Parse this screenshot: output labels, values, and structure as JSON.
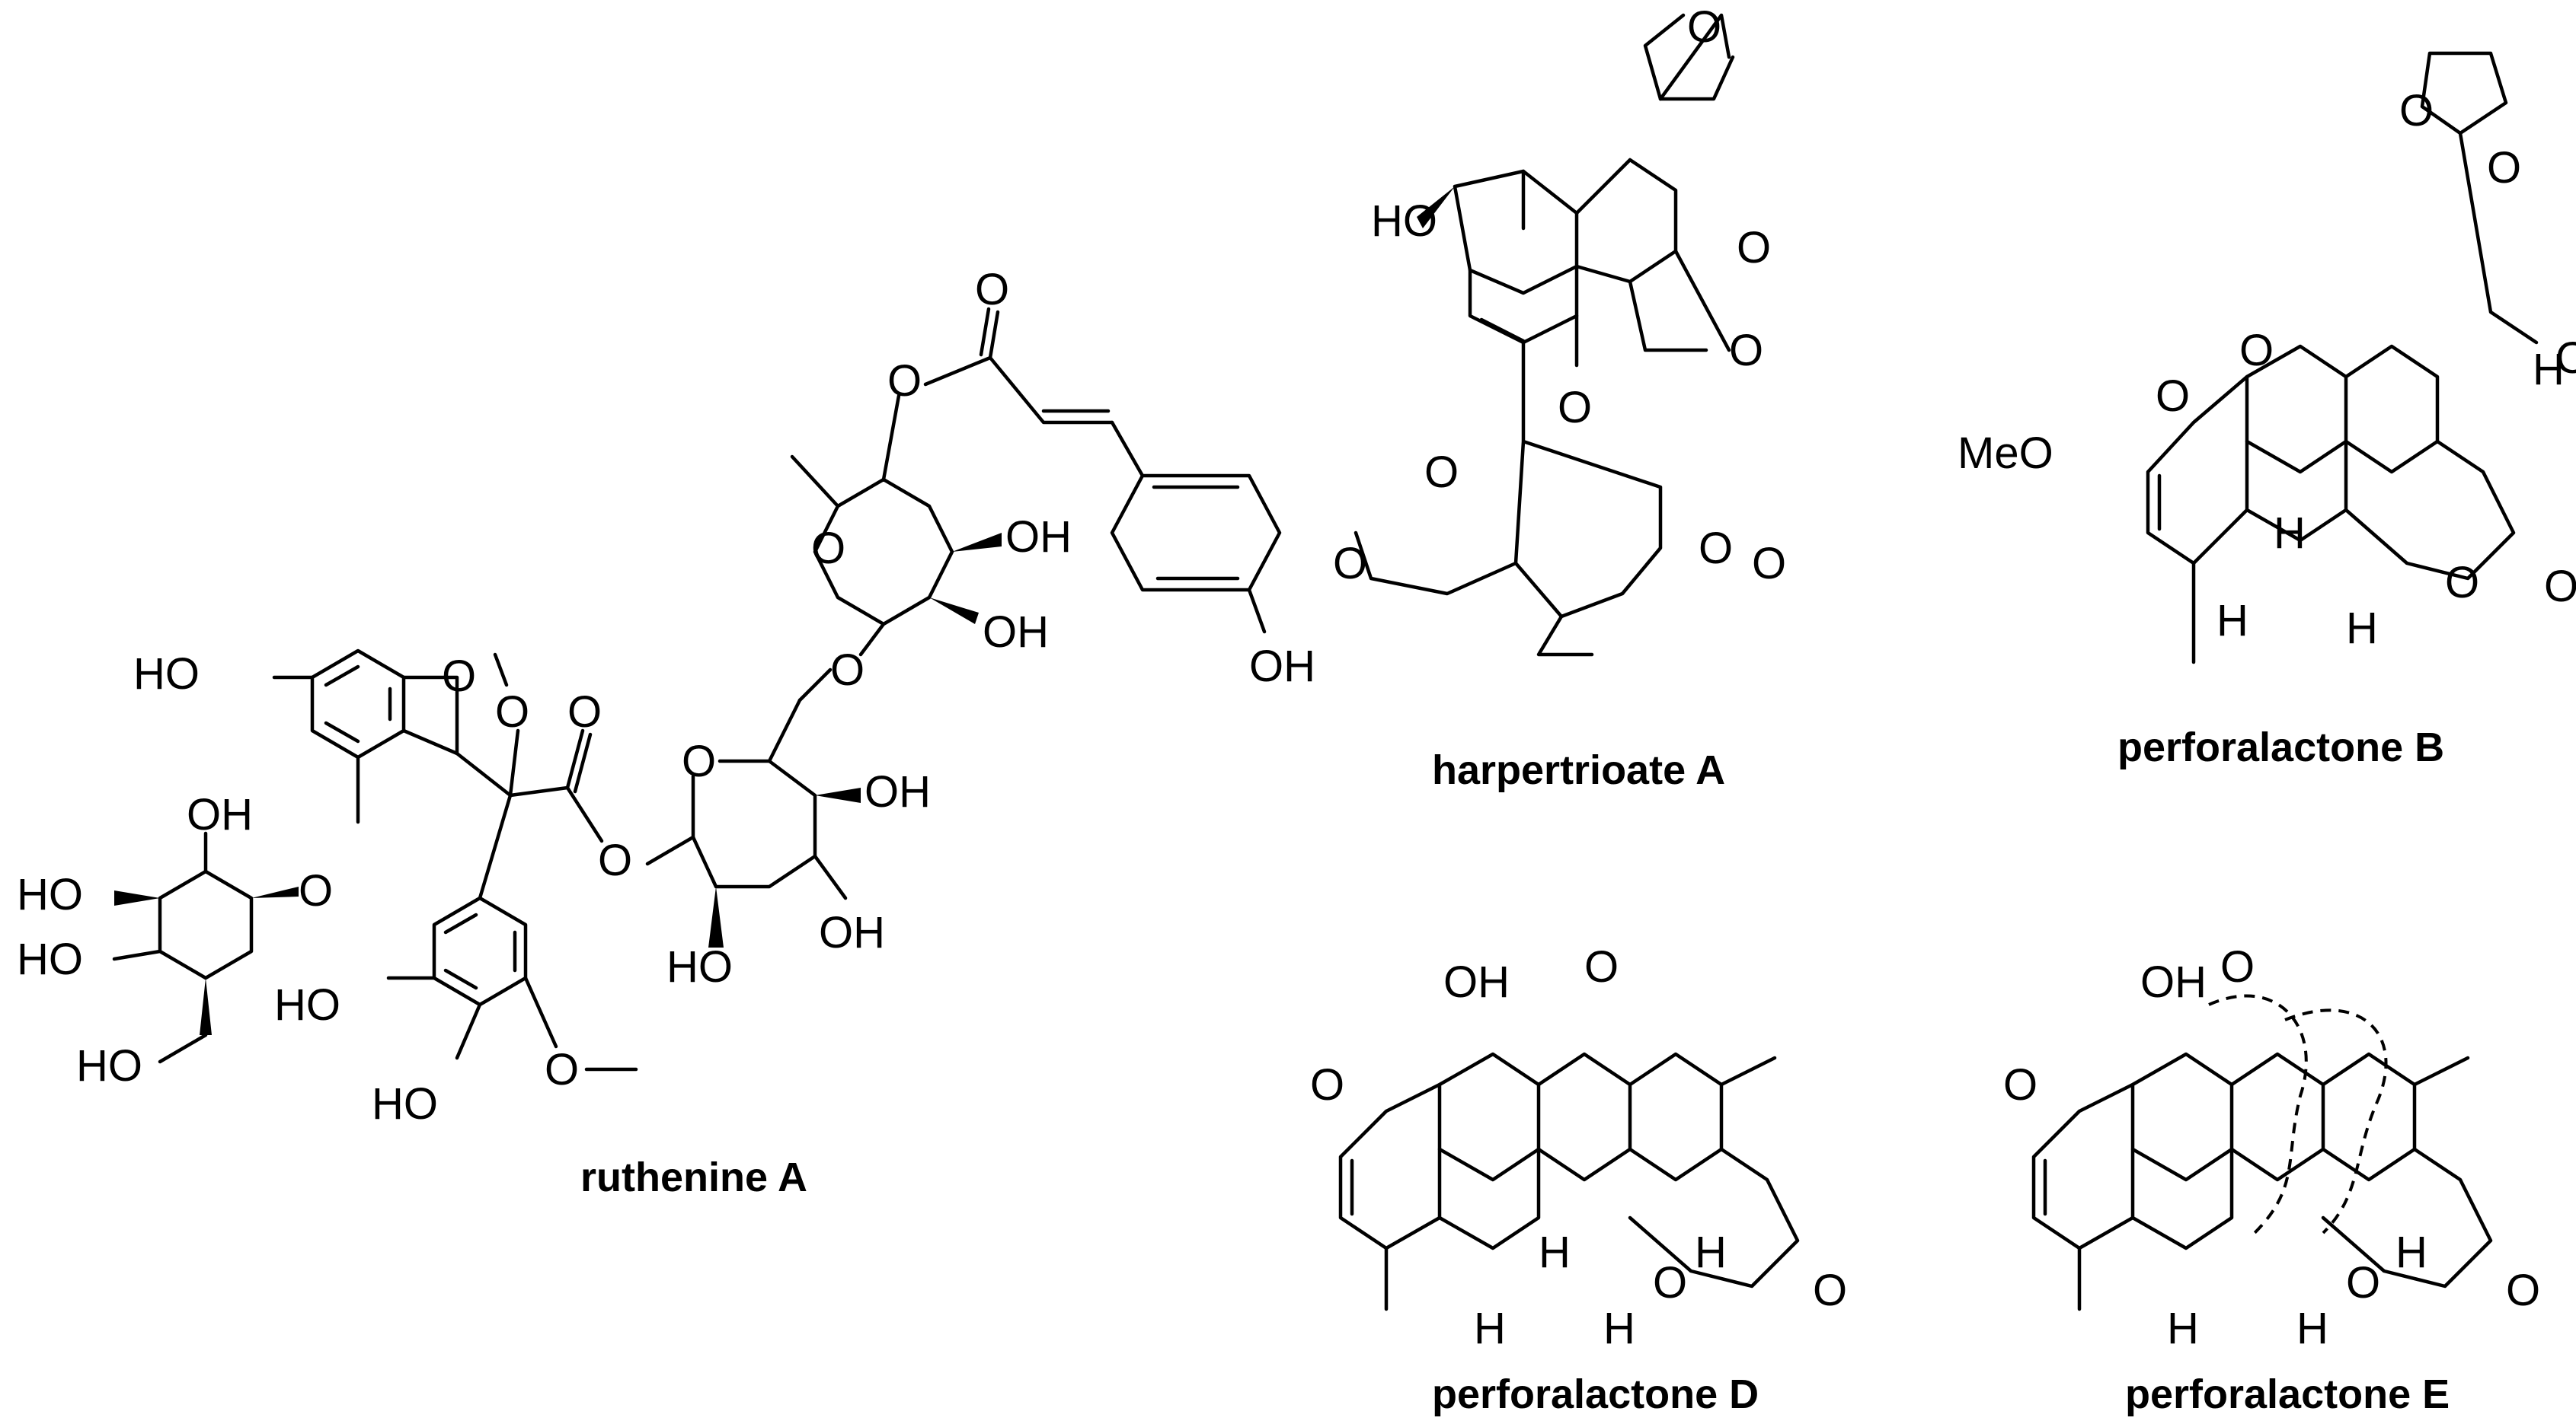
{
  "compounds": [
    {
      "id": "ruthenine",
      "name": "ruthenine A"
    },
    {
      "id": "harpertrioate",
      "name": "harpertrioate A"
    },
    {
      "id": "perforalactone_b",
      "name": "perforalactone B"
    },
    {
      "id": "perforalactone_d",
      "name": "perforalactone D"
    },
    {
      "id": "perforalactone_e",
      "name": "perforalactone E"
    }
  ],
  "atom_labels": {
    "OH": "OH",
    "HO": "HO",
    "O": "O",
    "H": "H",
    "MeO": "MeO"
  }
}
